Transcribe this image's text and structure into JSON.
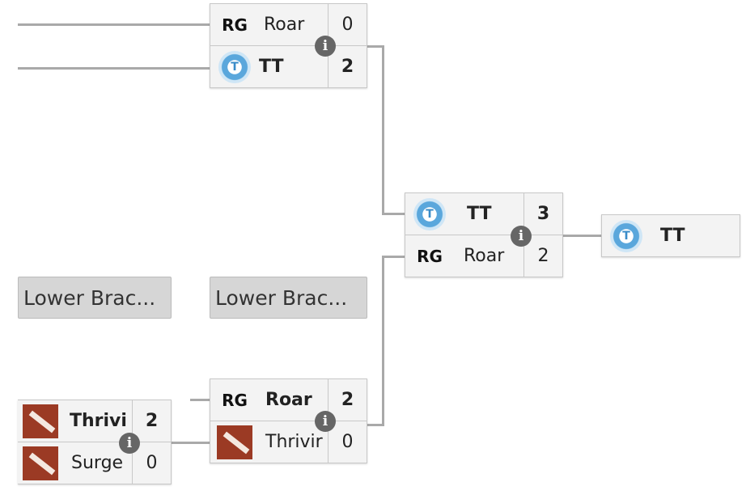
{
  "matches": [
    {
      "id": "upper-semi",
      "teams": [
        {
          "name": "Roar",
          "score": "0",
          "logo": "roar-logo",
          "winner": false
        },
        {
          "name": "TT",
          "score": "2",
          "logo": "tt-logo",
          "winner": true
        }
      ]
    },
    {
      "id": "grand-final",
      "teams": [
        {
          "name": "TT",
          "score": "3",
          "logo": "tt-logo",
          "winner": true
        },
        {
          "name": "Roar",
          "score": "2",
          "logo": "roar-logo",
          "winner": false
        }
      ]
    },
    {
      "id": "lower-final",
      "teams": [
        {
          "name": "Roar",
          "score": "2",
          "logo": "roar-logo",
          "winner": true
        },
        {
          "name": "Thrivir",
          "score": "0",
          "logo": "dota2-logo",
          "winner": false
        }
      ]
    },
    {
      "id": "lower-semi",
      "teams": [
        {
          "name": "Thrivi",
          "score": "2",
          "logo": "dota2-logo",
          "winner": true
        },
        {
          "name": "Surge",
          "score": "0",
          "logo": "dota2-logo",
          "winner": false
        }
      ]
    }
  ],
  "champion": {
    "name": "TT",
    "logo": "tt-logo"
  },
  "lower_bracket_labels": [
    "Lower Brac...",
    "Lower Brac..."
  ],
  "info_icon": "i",
  "colors": {
    "line": "#a9a9a9",
    "cell": "#f3f3f3",
    "button": "#d6d6d6"
  }
}
